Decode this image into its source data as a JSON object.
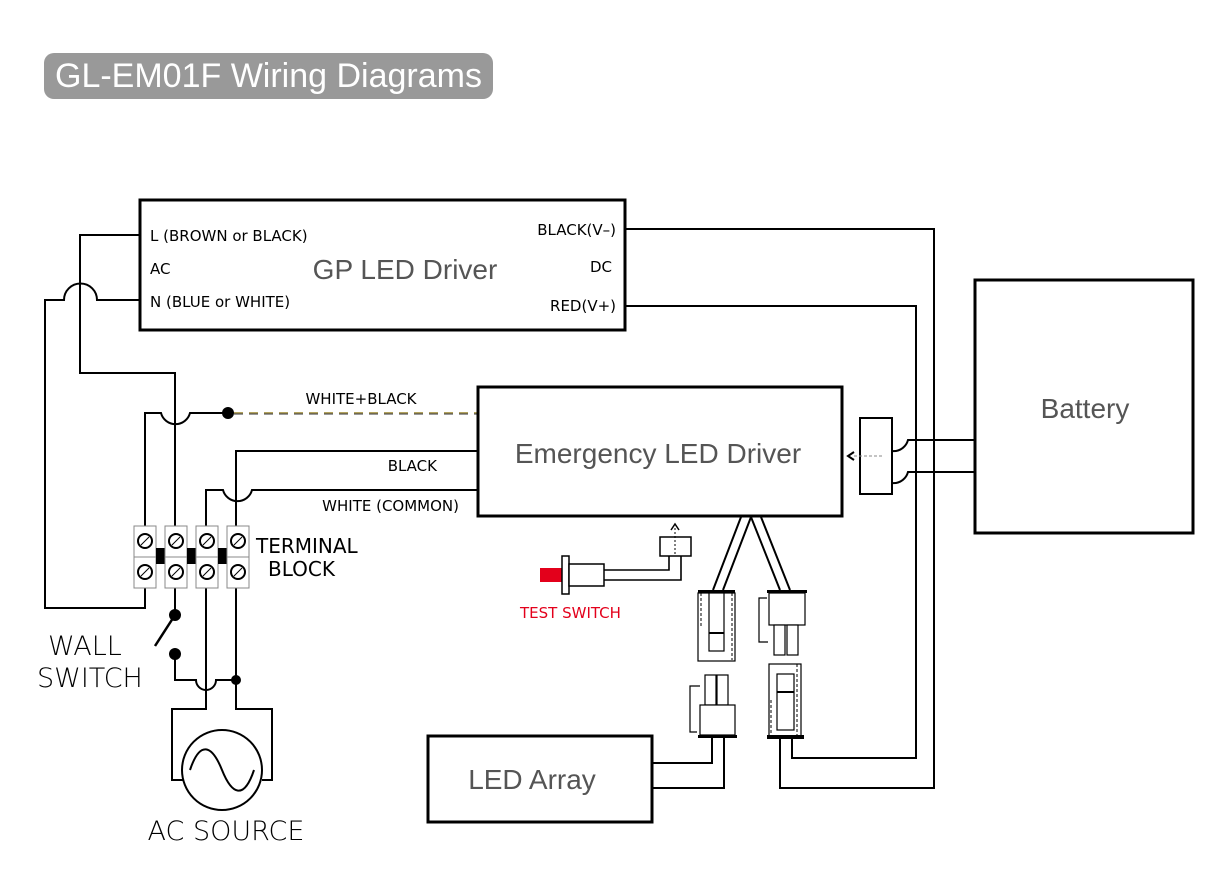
{
  "title": "GL-EM01F Wiring Diagrams",
  "colors": {
    "title_badge_bg": "#999999",
    "title_text": "#ffffff",
    "box_title_text": "#555555",
    "wire": "#000000",
    "dashed_wire": "#b3a35f",
    "test_switch": "#e3001b"
  },
  "components": {
    "gp_driver": {
      "title": "GP LED Driver",
      "ac_side": {
        "line": "L (BROWN or BLACK)",
        "label": "AC",
        "neutral": "N (BLUE or WHITE)"
      },
      "dc_side": {
        "negative": "BLACK(V–)",
        "label": "DC",
        "positive": "RED(V+)"
      }
    },
    "emergency_driver": {
      "title": "Emergency LED Driver"
    },
    "battery": {
      "title": "Battery"
    },
    "led_array": {
      "title": "LED Array"
    },
    "terminal_block": {
      "label_line1": "TERMINAL",
      "label_line2": "BLOCK"
    },
    "wall_switch": {
      "label_line1": "WALL",
      "label_line2": "SWITCH"
    },
    "ac_source": {
      "label": "AC SOURCE"
    },
    "test_switch": {
      "label": "TEST SWITCH"
    }
  },
  "wires": {
    "white_black": "WHITE+BLACK",
    "black": "BLACK",
    "white_common": "WHITE (COMMON)"
  }
}
